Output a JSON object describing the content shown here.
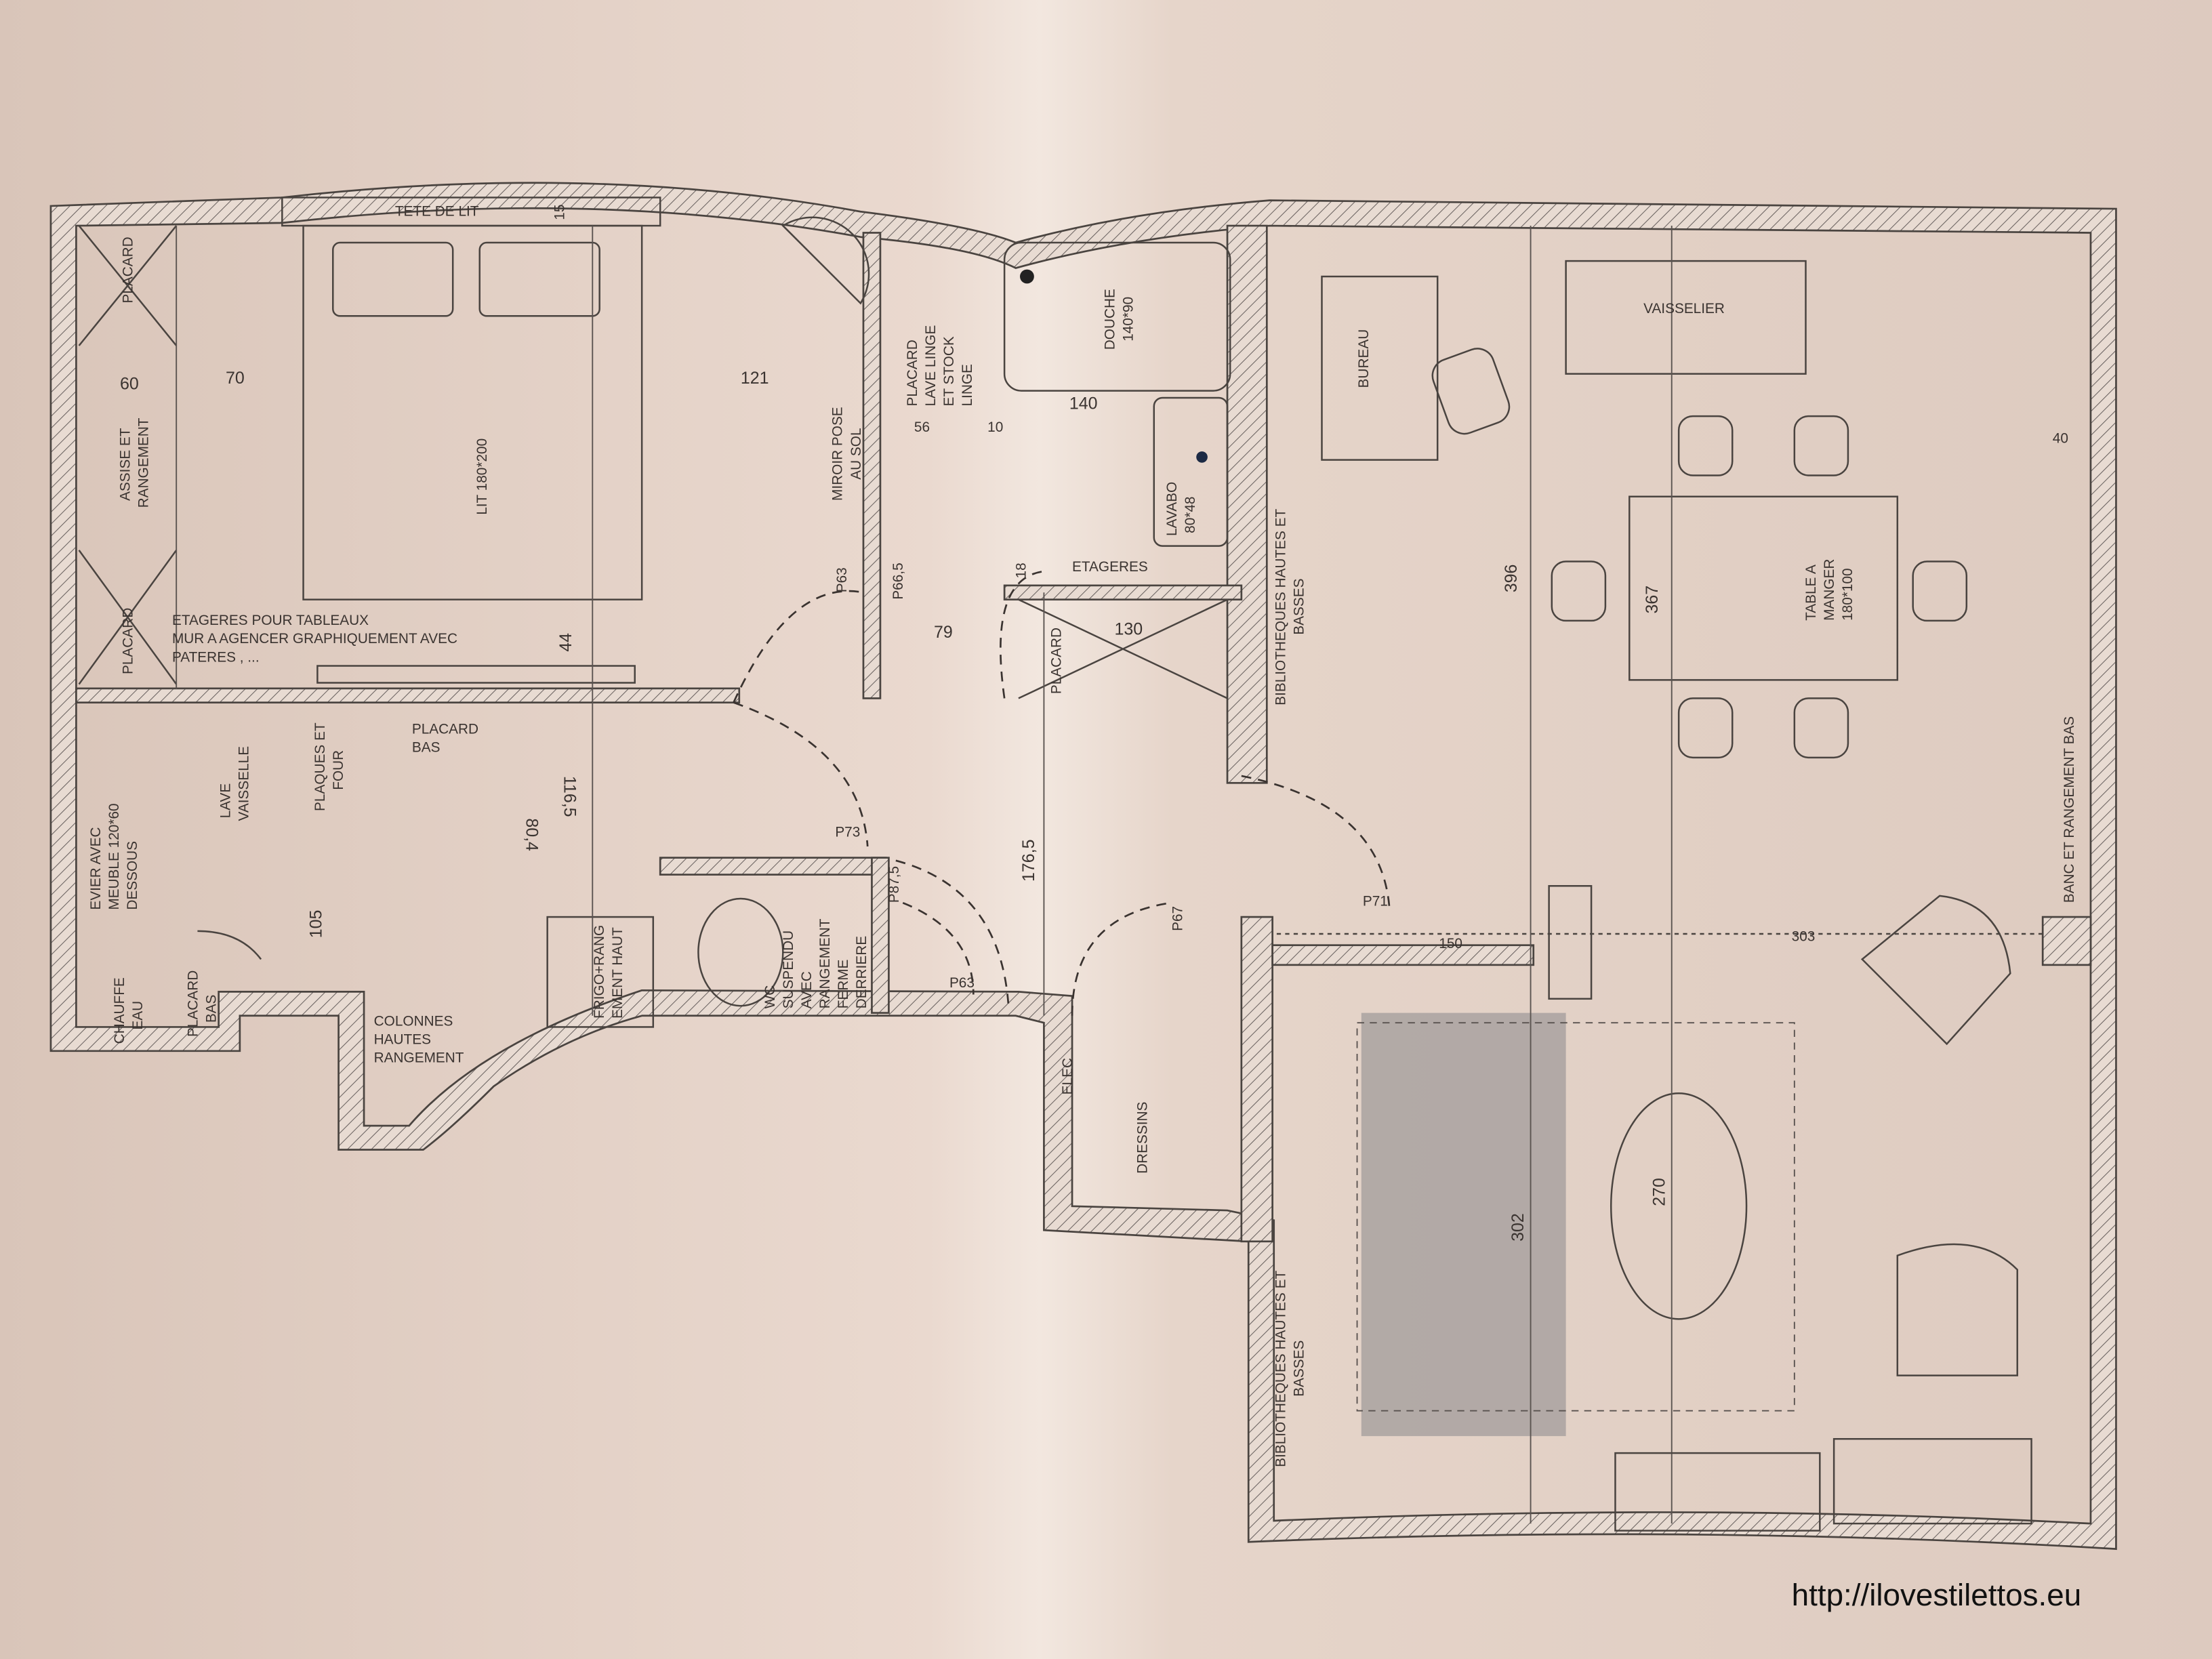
{
  "watermark": "http://ilovestilettos.eu",
  "colors": {
    "paper_left": "#dcc8bc",
    "paper_center": "#efe3da",
    "paper_right": "#e2d0c5",
    "ink": "#3a3330",
    "rug": "#a9a2a0"
  },
  "bedroom": {
    "headboard": "TETE DE LIT",
    "headboard_dim": "15",
    "closet_top": "PLACARD",
    "closet_bottom": "PLACARD",
    "seat": [
      "ASSISE ET",
      "RANGEMENT"
    ],
    "dim_60": "60",
    "dim_70": "70",
    "dim_121": "121",
    "bed": "LIT 180*200",
    "mirror": [
      "MIROIR POSE",
      "AU SOL"
    ],
    "shelves_note": [
      "ETAGERES POUR TABLEAUX",
      "MUR A AGENCER GRAPHIQUEMENT AVEC",
      "PATERES , ..."
    ],
    "dim_44": "44"
  },
  "bathroom": {
    "laundry": [
      "PLACARD",
      "LAVE LINGE",
      "ET STOCK",
      "LINGE"
    ],
    "dim_56": "56",
    "dim_10": "10",
    "dim_140": "140",
    "shower": [
      "DOUCHE",
      "140*90"
    ],
    "sink": [
      "LAVABO",
      "80*48"
    ],
    "shelves": "ETAGERES",
    "dim_18": "18",
    "dim_130": "130",
    "closet": "PLACARD"
  },
  "hall": {
    "door_p63a": "P63",
    "door_p665": "P66,5",
    "dim_79": "79",
    "dim_1765": "176,5",
    "door_p67": "P67",
    "door_p71": "P71",
    "dim_150": "150",
    "elec": "ELEC",
    "dressing": "DRESSINS"
  },
  "kitchen": {
    "low_closet": [
      "PLACARD",
      "BAS"
    ],
    "dishwasher": [
      "LAVE",
      "VAISSELLE"
    ],
    "hob": [
      "PLAQUES ET",
      "FOUR"
    ],
    "sink": [
      "EVIER AVEC",
      "MEUBLE 120*60",
      "DESSOUS"
    ],
    "dim_1165": "116,5",
    "dim_804": "80,4",
    "dim_105": "105",
    "water_heater": [
      "CHAUFFE",
      "EAU"
    ],
    "low_closet_2": [
      "PLACARD",
      "BAS"
    ],
    "columns": [
      "COLONNES",
      "HAUTES",
      "RANGEMENT"
    ],
    "fridge": [
      "FRIGO+RANG",
      "EMENT HAUT"
    ]
  },
  "wc": {
    "label": [
      "WC",
      "SUSPENDU",
      "AVEC",
      "RANGEMENT",
      "FERME",
      "DERRIERE"
    ],
    "door_p73": "P73",
    "door_p875": "P87,5",
    "door_p63": "P63"
  },
  "living": {
    "library_top": [
      "BIBLIOTHEQUES HAUTES ET",
      "BASSES"
    ],
    "desk": "BUREAU",
    "dresser": "VAISSELIER",
    "dim_40": "40",
    "dim_396": "396",
    "dim_367": "367",
    "table": [
      "TABLE A",
      "MANGER",
      "180*100"
    ],
    "bench": "BANC ET RANGEMENT BAS",
    "dim_303": "303",
    "library_bottom": [
      "BIBLIOTHEQUES HAUTES ET",
      "BASSES"
    ],
    "dim_302": "302",
    "dim_270": "270"
  }
}
